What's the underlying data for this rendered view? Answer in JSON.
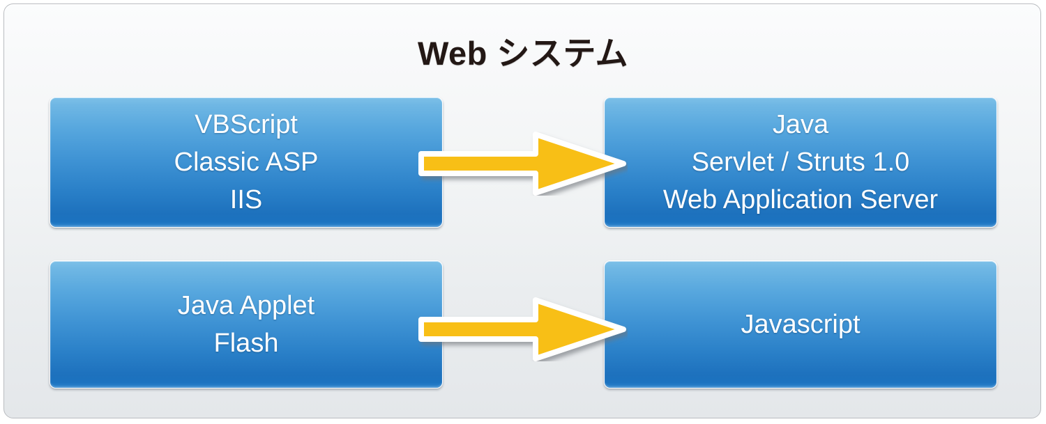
{
  "diagram": {
    "title": "Web システム",
    "background_colors": {
      "frame_top": "#fbfcfd",
      "frame_bottom": "#e4e7ea",
      "frame_border": "#b9bcc0"
    },
    "box_colors": {
      "gradient_top": "#7dc0e8",
      "gradient_bottom": "#1d71bd",
      "text": "#ffffff",
      "border": "#ffffff"
    },
    "arrow_colors": {
      "fill": "#f8bf17",
      "outline": "#ffffff",
      "shadow": "#8a8d92"
    },
    "title_color": "#231815",
    "boxes": [
      {
        "id": "box-tl",
        "position": "top-left",
        "lines": [
          "VBScript",
          "Classic ASP",
          "IIS"
        ]
      },
      {
        "id": "box-tr",
        "position": "top-right",
        "lines": [
          "Java",
          "Servlet / Struts 1.0",
          "Web Application Server"
        ]
      },
      {
        "id": "box-bl",
        "position": "bottom-left",
        "lines": [
          "Java Applet",
          "Flash"
        ]
      },
      {
        "id": "box-br",
        "position": "bottom-right",
        "lines": [
          "Javascript"
        ]
      }
    ],
    "arrows": [
      {
        "id": "arrow-top",
        "direction": "right",
        "from": "box-tl",
        "to": "box-tr"
      },
      {
        "id": "arrow-bottom",
        "direction": "right",
        "from": "box-bl",
        "to": "box-br"
      }
    ]
  }
}
